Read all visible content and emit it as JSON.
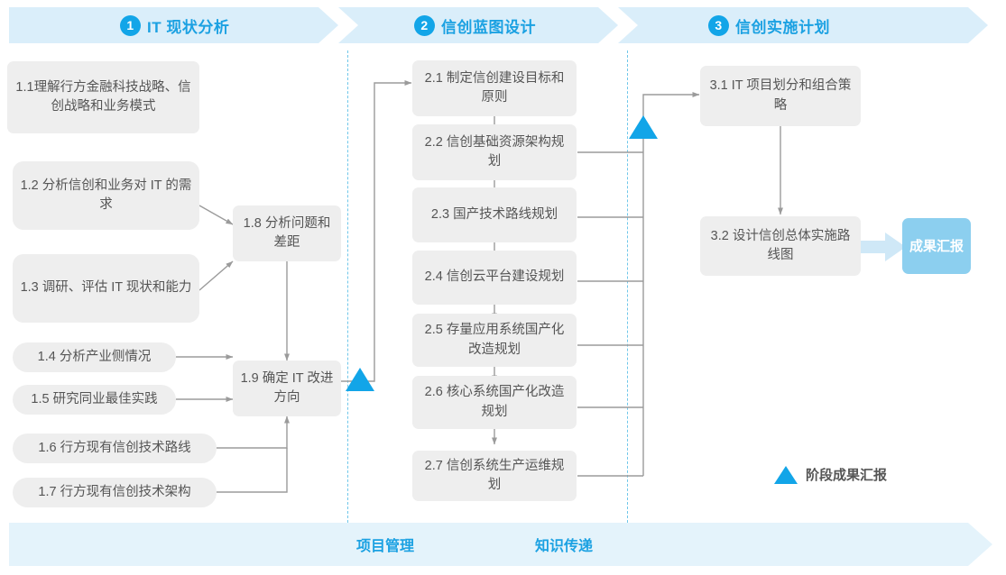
{
  "colors": {
    "brand_blue": "#12a5e8",
    "band_blue": "#daeefa",
    "footer_blue": "#e4f3fb",
    "box_gray": "#eeeeee",
    "text_gray": "#555555",
    "result_blue": "#8ccfef",
    "divider_blue": "#6fc7ea"
  },
  "phases": [
    {
      "num": "1",
      "title": "IT 现状分析"
    },
    {
      "num": "2",
      "title": "信创蓝图设计"
    },
    {
      "num": "3",
      "title": "信创实施计划"
    }
  ],
  "phase1": {
    "items": [
      {
        "id": "1.1",
        "label": "1.1理解行方金融科技战略、信创战略和业务模式"
      },
      {
        "id": "1.2",
        "label": "1.2 分析信创和业务对 IT 的需求"
      },
      {
        "id": "1.3",
        "label": "1.3 调研、评估 IT 现状和能力"
      },
      {
        "id": "1.4",
        "label": "1.4 分析产业侧情况"
      },
      {
        "id": "1.5",
        "label": "1.5 研究同业最佳实践"
      },
      {
        "id": "1.6",
        "label": "1.6 行方现有信创技术路线"
      },
      {
        "id": "1.7",
        "label": "1.7 行方现有信创技术架构"
      },
      {
        "id": "1.8",
        "label": "1.8 分析问题和差距"
      },
      {
        "id": "1.9",
        "label": "1.9 确定 IT 改进方向"
      }
    ]
  },
  "phase2": {
    "items": [
      {
        "id": "2.1",
        "label": "2.1 制定信创建设目标和原则"
      },
      {
        "id": "2.2",
        "label": "2.2 信创基础资源架构规划"
      },
      {
        "id": "2.3",
        "label": "2.3 国产技术路线规划"
      },
      {
        "id": "2.4",
        "label": "2.4 信创云平台建设规划"
      },
      {
        "id": "2.5",
        "label": "2.5 存量应用系统国产化改造规划"
      },
      {
        "id": "2.6",
        "label": "2.6 核心系统国产化改造规划"
      },
      {
        "id": "2.7",
        "label": "2.7 信创系统生产运维规划"
      }
    ]
  },
  "phase3": {
    "items": [
      {
        "id": "3.1",
        "label": "3.1 IT 项目划分和组合策略"
      },
      {
        "id": "3.2",
        "label": "3.2 设计信创总体实施路线图"
      }
    ],
    "result": "成果汇报"
  },
  "legend": {
    "label": "阶段成果汇报"
  },
  "footer": {
    "labels": [
      "项目管理",
      "知识传递"
    ]
  }
}
